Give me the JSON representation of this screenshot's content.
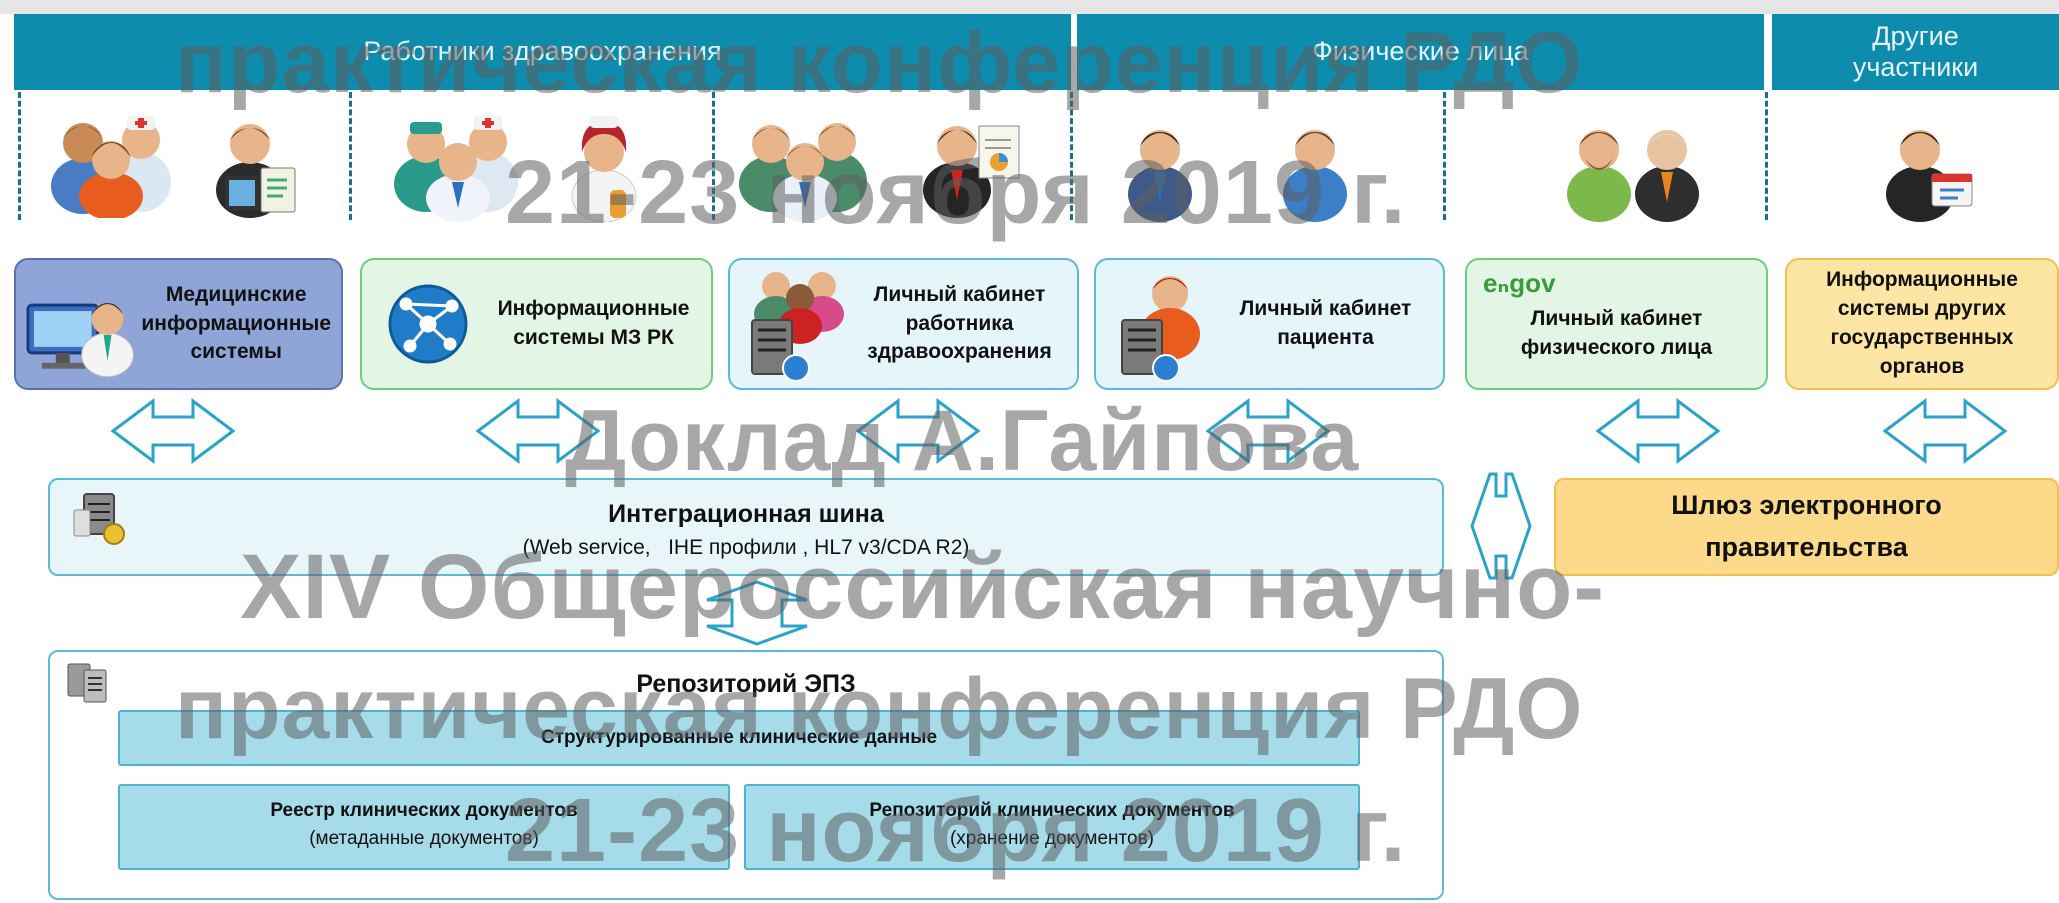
{
  "headers": {
    "health_workers": "Работники здравоохранения",
    "individuals": "Физические лица",
    "other": "Другие участники"
  },
  "cards": {
    "mis": "Медицинские информационные системы",
    "moh": "Информационные системы МЗ РК",
    "cabinet_worker": "Личный кабинет работника здравоохранения",
    "cabinet_patient": "Личный кабинет пациента",
    "egov_logo": "eₙgov",
    "cabinet_individual": "Личный кабинет физического лица",
    "other_gov": "Информационные системы других государственных органов"
  },
  "bus": {
    "title": "Интеграционная шина",
    "subtitle": "(Web service,   IHE профили , HL7 v3/CDA R2)"
  },
  "gateway": {
    "title": "Шлюз электронного правительства"
  },
  "repository": {
    "title": "Репозиторий ЭПЗ",
    "structured": "Структурированные клинические данные",
    "registry_title": "Реестр клинических документов",
    "registry_sub": "(метаданные документов)",
    "docrepo_title": "Репозиторий клинических документов",
    "docrepo_sub": "(хранение документов)"
  },
  "watermark": {
    "line1": "практическая конференция РДО",
    "line2": "21-23 ноября 2019 г.",
    "line3": "Доклад А.Гайпова",
    "line4": "XIV Общероссийская научно-",
    "line5": "практическая конференция РДО",
    "line6": "21-23 ноября 2019 г."
  },
  "colors": {
    "header": "#0d8cae",
    "card_blue": "#8fa5d8",
    "card_green": "#e3f6e6",
    "card_cyan": "#e6f5fa",
    "card_orange": "#fde6a4",
    "egov_green": "#3a9b3a"
  }
}
